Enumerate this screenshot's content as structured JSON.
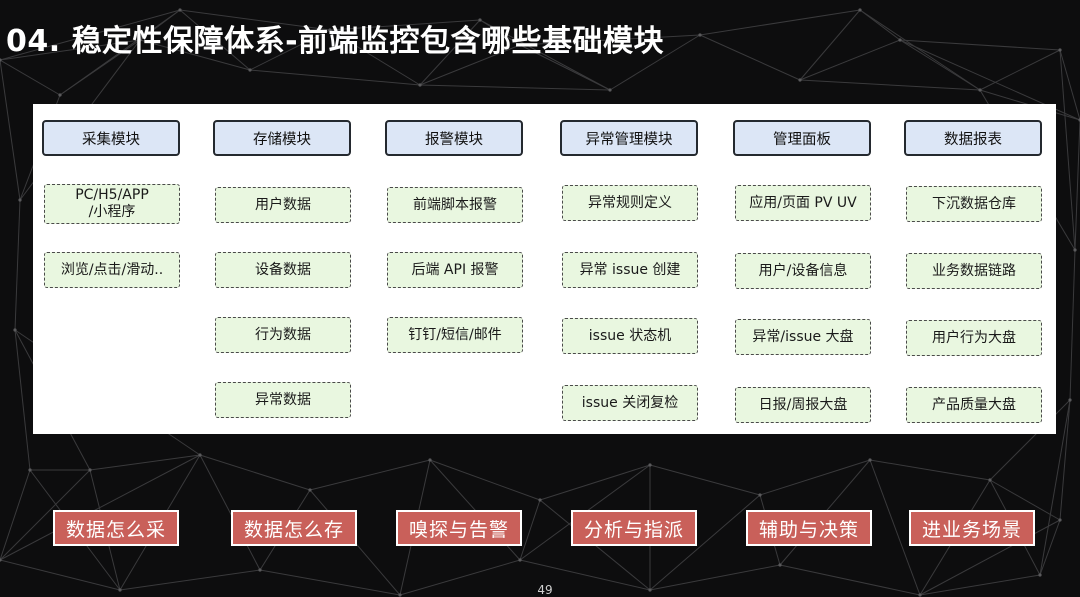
{
  "slide": {
    "title": "04. 稳定性保障体系-前端监控包含哪些基础模块",
    "page_number": "49"
  },
  "columns": [
    {
      "header": "采集模块",
      "cells": [
        "PC/H5/APP\n/小程序",
        "浏览/点击/滑动.."
      ]
    },
    {
      "header": "存储模块",
      "cells": [
        "用户数据",
        "设备数据",
        "行为数据",
        "异常数据"
      ]
    },
    {
      "header": "报警模块",
      "cells": [
        "前端脚本报警",
        "后端 API 报警",
        "钉钉/短信/邮件"
      ]
    },
    {
      "header": "异常管理模块",
      "cells": [
        "异常规则定义",
        "异常 issue 创建",
        "issue 状态机",
        "issue 关闭复检"
      ]
    },
    {
      "header": "管理面板",
      "cells": [
        "应用/页面 PV UV",
        "用户/设备信息",
        "异常/issue 大盘",
        "日报/周报大盘"
      ]
    },
    {
      "header": "数据报表",
      "cells": [
        "下沉数据仓库",
        "业务数据链路",
        "用户行为大盘",
        "产品质量大盘"
      ]
    }
  ],
  "tags": [
    "数据怎么采",
    "数据怎么存",
    "嗅探与告警",
    "分析与指派",
    "辅助与决策",
    "进业务场景"
  ],
  "colors": {
    "background": "#0d0d0e",
    "header_fill": "#dce6f6",
    "cell_fill": "#e9f7e0",
    "tag_fill": "#c9605a"
  }
}
